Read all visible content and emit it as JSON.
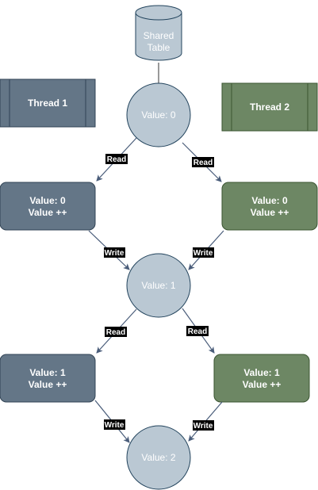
{
  "database": {
    "line1": "Shared",
    "line2": "Table"
  },
  "threads": {
    "thread1": "Thread 1",
    "thread2": "Thread 2"
  },
  "values": {
    "v0": "Value: 0",
    "v1": "Value: 1",
    "v2": "Value: 2"
  },
  "boxes": {
    "left1": {
      "line1": "Value: 0",
      "line2": "Value ++"
    },
    "right1": {
      "line1": "Value: 0",
      "line2": "Value ++"
    },
    "left2": {
      "line1": "Value: 1",
      "line2": "Value ++"
    },
    "right2": {
      "line1": "Value: 1",
      "line2": "Value ++"
    }
  },
  "edges": {
    "read": "Read",
    "write": "Write"
  },
  "colors": {
    "thread1_fill": "#647687",
    "thread2_fill": "#6d8764",
    "value_fill": "#bac8d3",
    "stroke_blue": "#314354",
    "stroke_green": "#3a5431",
    "arrow": "#4a5d7a"
  }
}
